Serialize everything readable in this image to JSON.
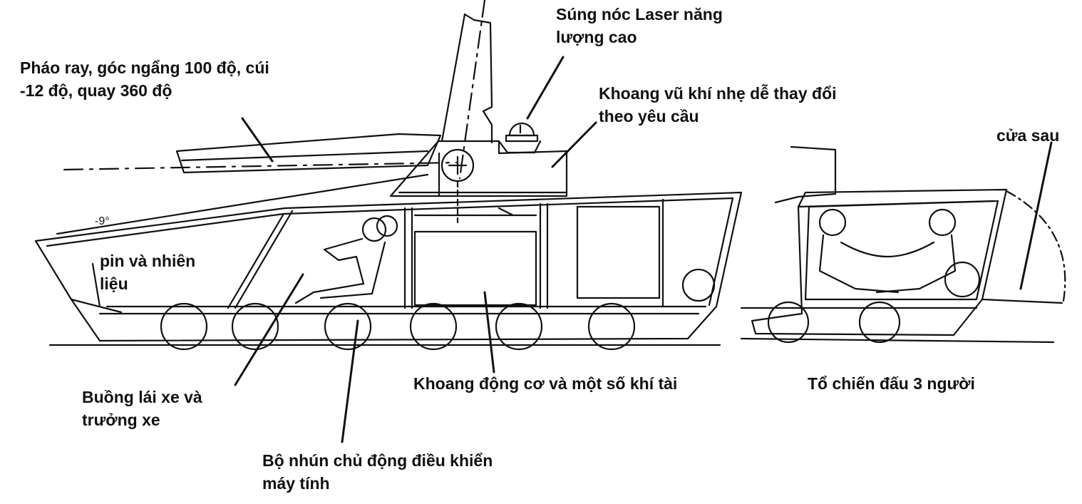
{
  "labels": {
    "railgun": "Pháo ray, góc ngẩng 100 độ, cúi\n-12 độ, quay 360 độ",
    "laser": "Súng nóc Laser năng\nlượng cao",
    "light_weapons": "Khoang vũ khí nhẹ dễ thay đổi\ntheo yêu cầu",
    "rear_door": "cửa sau",
    "angle": "-9°",
    "battery_fuel": "pin và nhiên\nliệu",
    "driver_cabin": "Buồng lái xe và\ntrưởng xe",
    "engine_bay": "Khoang động cơ và một số khí tài",
    "crew": "Tổ chiến đấu 3 người",
    "suspension": "Bộ nhún chủ động điều khiển\nmáy tính"
  },
  "colors": {
    "ink": "#111111",
    "background": "#ffffff"
  }
}
